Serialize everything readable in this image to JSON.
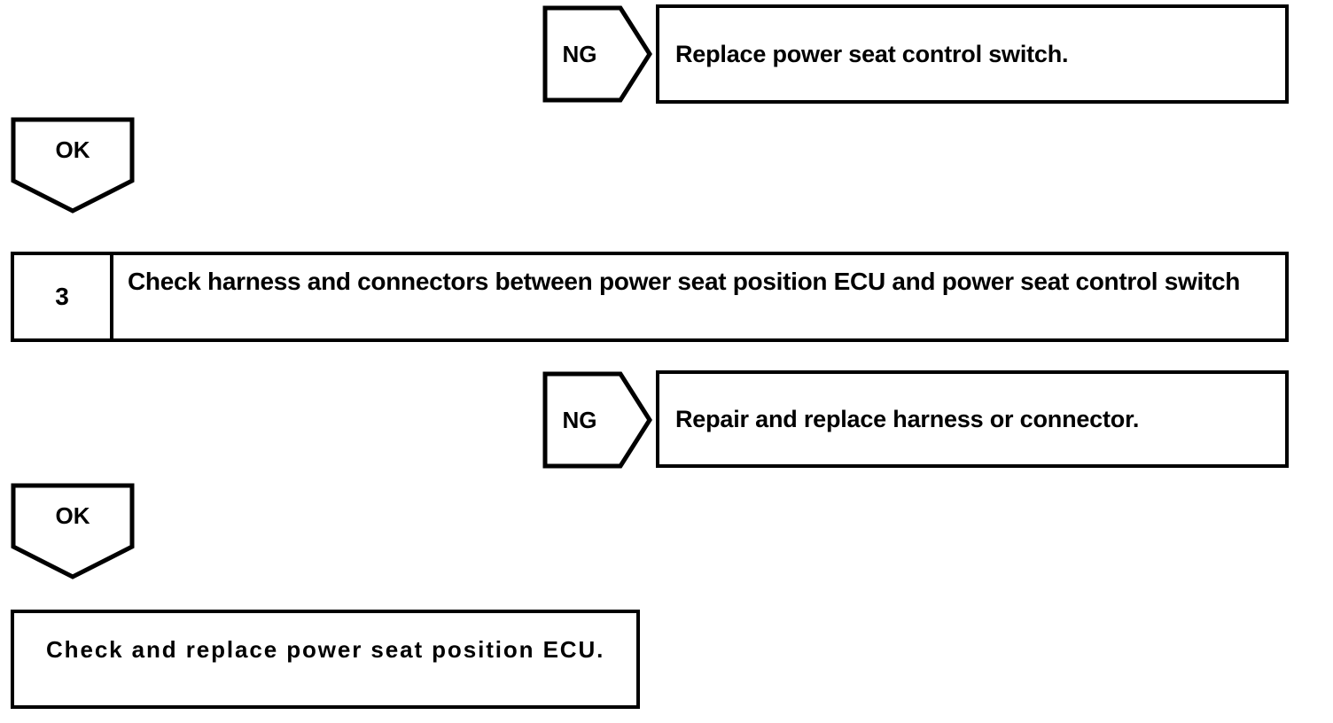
{
  "document": {
    "type": "troubleshooting-flowchart",
    "colors": {
      "ink": "#000000",
      "paper": "#ffffff"
    }
  },
  "nodes": {
    "ng_replace_switch": {
      "connector_label": "NG",
      "text": "Replace power seat control switch."
    },
    "ok_to_step3": {
      "connector_label": "OK"
    },
    "step3": {
      "number": "3",
      "title": "Check harness and connectors between power seat position ECU and power seat control switch"
    },
    "ng_repair_harness": {
      "connector_label": "NG",
      "text": "Repair and replace harness or connector."
    },
    "ok_to_final": {
      "connector_label": "OK"
    },
    "final_action": {
      "text": "Check and replace power seat position ECU."
    }
  }
}
